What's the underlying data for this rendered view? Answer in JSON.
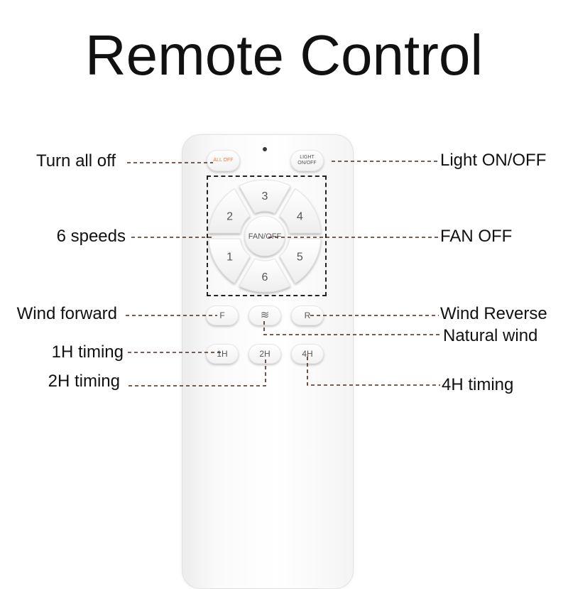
{
  "title": "Remote Control",
  "callouts": {
    "turn_all_off": "Turn all off",
    "light_on_off": "Light ON/OFF",
    "six_speeds": "6 speeds",
    "fan_off": "FAN OFF",
    "wind_forward": "Wind forward",
    "wind_reverse": "Wind Reverse",
    "natural_wind": "Natural wind",
    "timing_1h": "1H timing",
    "timing_2h": "2H timing",
    "timing_4h": "4H timing"
  },
  "remote": {
    "all_off_label": "ALL OFF",
    "light_label_line1": "LIGHT",
    "light_label_line2": "ON/OFF",
    "speeds": [
      "1",
      "2",
      "3",
      "4",
      "5",
      "6"
    ],
    "fan_off_label": "FAN/OFF",
    "forward_label": "F",
    "natural_wind_icon": "wave-icon",
    "reverse_label": "R",
    "timer_1h_label": "1H",
    "timer_2h_label": "2H",
    "timer_4h_label": "4H"
  },
  "colors": {
    "all_off_text": "#f07a3c",
    "leader_line": "#4a2a1a",
    "button_text": "#555555"
  }
}
